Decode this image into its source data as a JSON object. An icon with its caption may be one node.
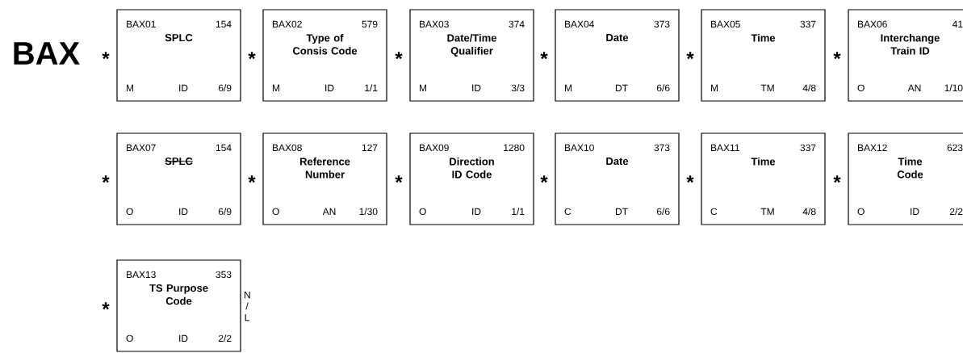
{
  "diagram": {
    "title": "BAX",
    "nodes": [
      {
        "text": [
          "BAX01",
          "154",
          "SPLC",
          "M",
          "ID",
          "6/9"
        ]
      },
      {
        "text": [
          "BAX02",
          "579",
          "Type of Consis Code",
          "M",
          "ID",
          "1/1"
        ]
      },
      {
        "text": [
          "BAX03",
          "374",
          "Date/Time Qualifier",
          "M",
          "ID",
          "3/3"
        ]
      },
      {
        "text": [
          "BAX04",
          "373",
          "Date",
          "M",
          "DT",
          "6/6"
        ]
      },
      {
        "text": [
          "BAX05",
          "337",
          "Time",
          "M",
          "TM",
          "4/8"
        ]
      },
      {
        "text": [
          "BAX06",
          "41",
          "Interchange Train ID",
          "O",
          "AN",
          "1/10"
        ]
      },
      {
        "text": [
          "BAX07",
          "154",
          "SPLC",
          "O",
          "ID",
          "6/9"
        ]
      },
      {
        "text": [
          "BAX08",
          "127",
          "Reference Number",
          "O",
          "AN",
          "1/30"
        ]
      },
      {
        "text": [
          "BAX09",
          "1280",
          "Direction ID Code",
          "O",
          "ID",
          "1/1"
        ]
      },
      {
        "text": [
          "BAX10",
          "373",
          "Date",
          "C",
          "DT",
          "6/6"
        ]
      },
      {
        "text": [
          "BAX11",
          "337",
          "Time",
          "C",
          "TM",
          "4/8"
        ]
      },
      {
        "text": [
          "BAX12",
          "623",
          "Time Code",
          "O",
          "ID",
          "2/2"
        ]
      },
      {
        "text": [
          "BAX13",
          "353",
          "TS Purpose Code",
          "O",
          "ID",
          "2/2"
        ],
        "beside": [
          "N / L"
        ]
      }
    ],
    "labels": [
      "*",
      "*",
      "*",
      "*",
      "*",
      "*",
      "*",
      "*",
      "*",
      "*",
      "*",
      "*",
      "*"
    ]
  }
}
